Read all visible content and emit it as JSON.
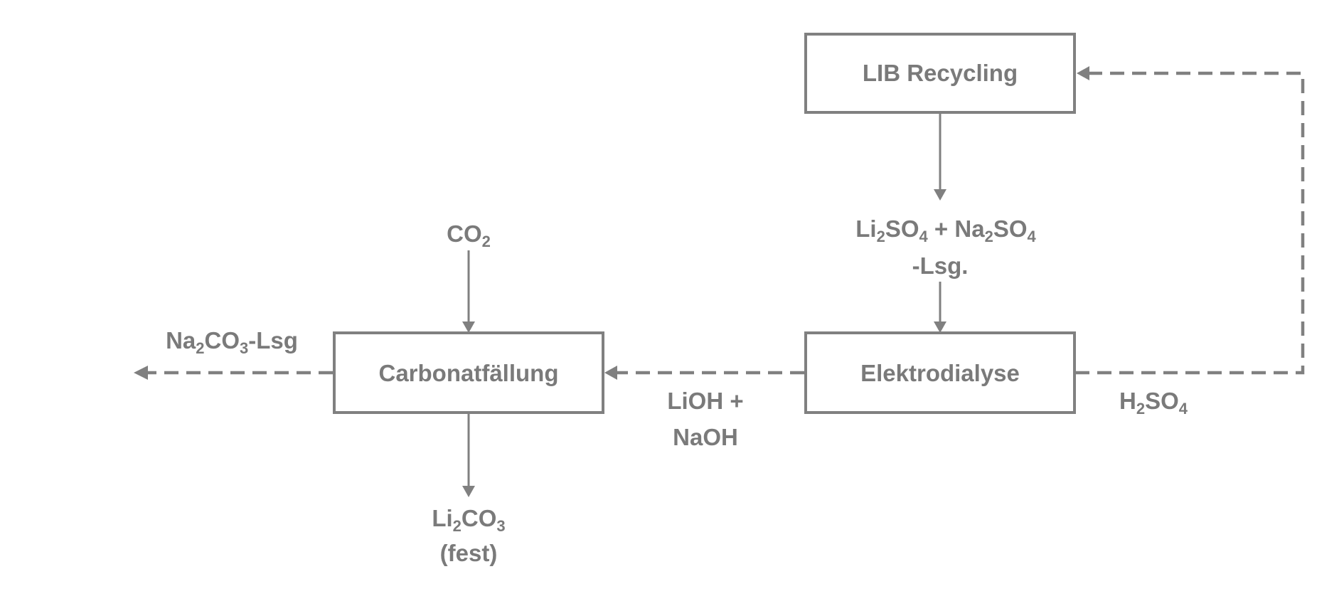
{
  "boxes": {
    "lib_recycling": "LIB Recycling",
    "elektrodialyse": "Elektrodialyse",
    "carbonatfaellung": "Carbonatfällung"
  },
  "flows": {
    "li2so4": {
      "a": "Li",
      "a_sub": "2",
      "b": "SO",
      "b_sub": "4",
      "c": " + Na",
      "c_sub": "2",
      "d": "SO",
      "d_sub": "4"
    },
    "lsg": "-Lsg.",
    "co2": {
      "a": "CO",
      "a_sub": "2"
    },
    "lioh_line1": "LiOH +",
    "lioh_line2": "NaOH",
    "h2so4": {
      "a": "H",
      "a_sub": "2",
      "b": "SO",
      "b_sub": "4"
    },
    "na2co3": {
      "a": "Na",
      "a_sub": "2",
      "b": "CO",
      "b_sub": "3",
      "c": "-Lsg"
    },
    "li2co3": {
      "a": "Li",
      "a_sub": "2",
      "b": "CO",
      "b_sub": "3"
    },
    "fest": "(fest)"
  }
}
